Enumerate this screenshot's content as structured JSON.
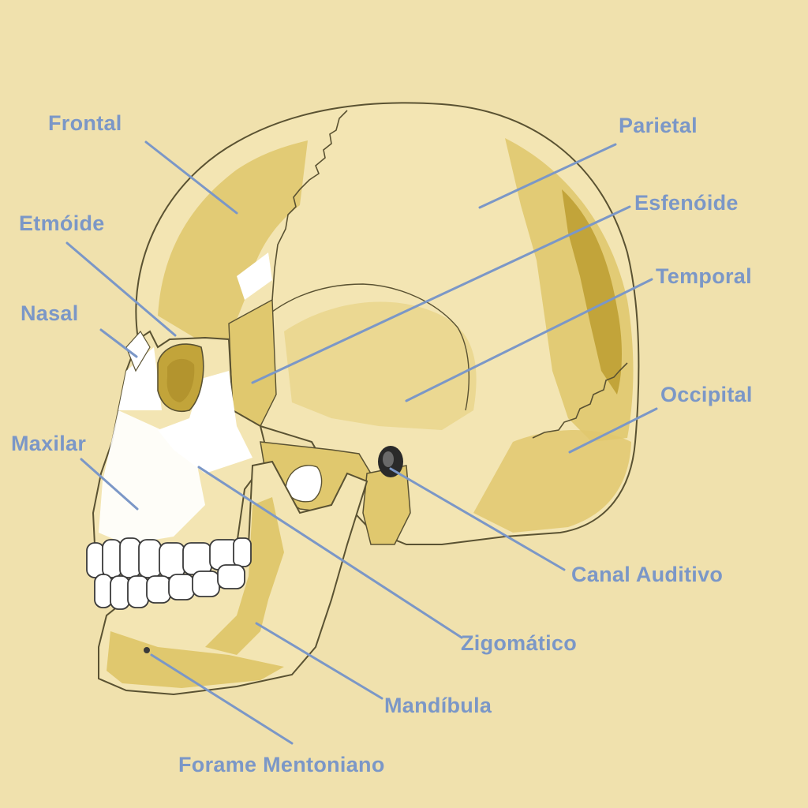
{
  "colors": {
    "background": "#f0e1ad",
    "label_text": "#7b97c7",
    "leader_line": "#7b97c7",
    "bone_light": "#f4e6b6",
    "bone_mid": "#e0c86e",
    "bone_dark": "#c2a43a",
    "highlight": "#ffffff",
    "outline": "#5a5232"
  },
  "labels": {
    "frontal": "Frontal",
    "parietal": "Parietal",
    "etmoide": "Etmóide",
    "esfenoide": "Esfenóide",
    "temporal": "Temporal",
    "nasal": "Nasal",
    "occipital": "Occipital",
    "maxilar": "Maxilar",
    "canal_auditivo": "Canal Auditivo",
    "zigomatico": "Zigomático",
    "mandibula": "Mandíbula",
    "forame_mentoniano": "Forame Mentoniano"
  }
}
